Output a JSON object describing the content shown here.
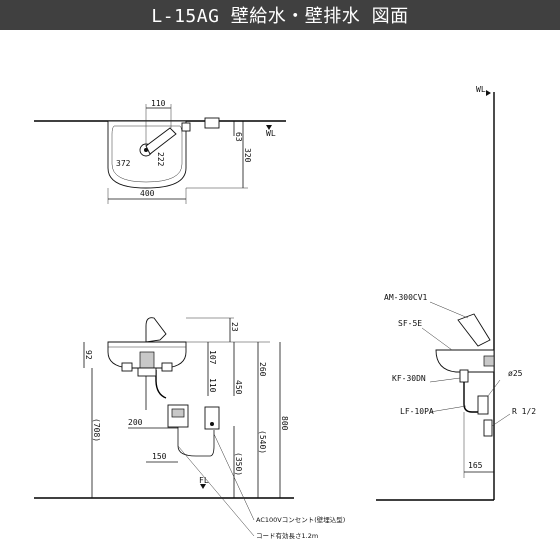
{
  "title": "L-15AG 壁給水・壁排水 図面",
  "markers": {
    "wall_line": "WL",
    "floor_line": "FL"
  },
  "top_view": {
    "dims": {
      "faucet_width": "110",
      "depth_63": "63",
      "depth_222": "222",
      "depth_320": "320",
      "bowl_372": "372",
      "width_400": "400"
    }
  },
  "front_view": {
    "dims": {
      "d23": "23",
      "d107": "107",
      "d110": "110",
      "d450": "450",
      "d260": "260",
      "d800": "800",
      "d200": "200",
      "d150": "150",
      "d350": "(350)",
      "d540": "(540)",
      "d708": "(708)",
      "d92": "92"
    },
    "notes": {
      "outlet": "AC100Vコンセント(壁埋込型)",
      "cord": "コード有効長さ1.2m"
    }
  },
  "side_view": {
    "parts": {
      "faucet": "AM-300CV1",
      "stopper": "SF-5E",
      "drain": "KF-30DN",
      "trap": "LF-10PA",
      "supply": "R 1/2"
    },
    "dims": {
      "pipe": "ø25",
      "d165": "165"
    }
  }
}
